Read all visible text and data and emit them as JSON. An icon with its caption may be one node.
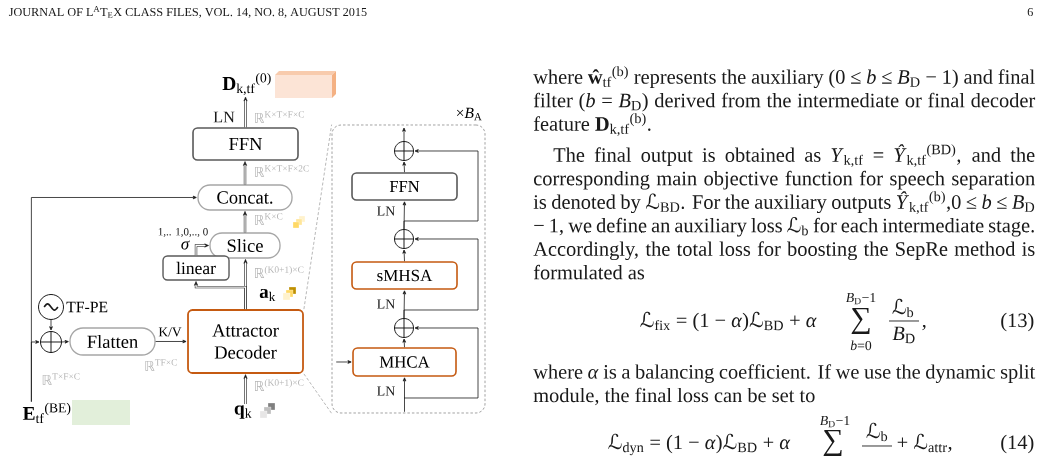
{
  "diagram": {
    "nodes": [
      {
        "text": [
          "**D**$_{k,tf}$$^{(0)}$"
        ]
      },
      {
        "text": [
          "FFN"
        ]
      },
      {
        "text": [
          "Concat."
        ]
      },
      {
        "text": [
          "Slice"
        ]
      },
      {
        "text": [
          "linear"
        ]
      },
      {
        "text": [],
        "shape": "circle",
        "beside": [
          "TF-PE"
        ]
      },
      {
        "text": [],
        "shape": "circle"
      },
      {
        "text": [
          "Flatten"
        ]
      },
      {
        "text": [
          "Attractor Decoder"
        ]
      },
      {
        "text": [
          "**E**$_{tf}$$^{(BE)}$"
        ]
      },
      {
        "text": [
          "**q**$_{k}$"
        ]
      },
      {
        "text": [
          "×*B*$_{A}$"
        ]
      },
      {
        "text": [],
        "shape": "circle",
        "in": 11
      },
      {
        "text": [
          "FFN"
        ],
        "in": 11
      },
      {
        "text": [],
        "shape": "circle",
        "in": 11
      },
      {
        "text": [
          "sMHSA"
        ],
        "in": 11
      },
      {
        "text": [],
        "shape": "circle",
        "in": 11
      },
      {
        "text": [
          "MHCA"
        ],
        "in": 11
      }
    ],
    "edges": [
      {
        "from": 1,
        "to": 0,
        "arrow": "to",
        "style": "thick"
      },
      {
        "from": 2,
        "to": 1,
        "arrow": "to",
        "style": "thick"
      },
      {
        "from": 3,
        "to": 2,
        "arrow": "to",
        "style": "thick"
      },
      {
        "from": 8,
        "to": 3,
        "arrow": "to",
        "style": "thick",
        "label": "**a**$_{k}$"
      },
      {
        "from": 8,
        "to": 4,
        "arrow": "to",
        "style": "thick"
      },
      {
        "from": 4,
        "to": 3,
        "arrow": "to",
        "style": "thick",
        "label": "σ"
      },
      {
        "from": 9,
        "to": 2,
        "arrow": "to"
      },
      {
        "from": 9,
        "to": 6,
        "arrow": "to"
      },
      {
        "from": 5,
        "to": 6,
        "arrow": "to"
      },
      {
        "from": 6,
        "to": 7,
        "arrow": "to"
      },
      {
        "from": 7,
        "to": 8,
        "arrow": "to",
        "label": "K/V"
      },
      {
        "from": 10,
        "to": 8,
        "arrow": "to",
        "style": "thick"
      },
      {
        "from": 8,
        "to": 11,
        "arrow": "none",
        "style": "dashed",
        "color": "#999999"
      },
      {
        "from": 8,
        "to": 11,
        "arrow": "none",
        "style": "dashed",
        "color": "#999999"
      },
      {
        "from": null,
        "to": 17,
        "arrow": "to"
      },
      {
        "from": null,
        "to": 16,
        "arrow": "to"
      },
      {
        "from": null,
        "to": 17,
        "arrow": "to"
      },
      {
        "from": 17,
        "to": 16,
        "arrow": "to"
      },
      {
        "from": 16,
        "to": 15,
        "arrow": "to"
      },
      {
        "from": 16,
        "to": 14,
        "arrow": "to"
      },
      {
        "from": 15,
        "to": 14,
        "arrow": "to"
      },
      {
        "from": 14,
        "to": 13,
        "arrow": "to"
      },
      {
        "from": 14,
        "to": 12,
        "arrow": "to"
      },
      {
        "from": 13,
        "to": 12,
        "arrow": "to"
      },
      {
        "from": 12,
        "to": null,
        "arrow": "to"
      }
    ],
    "labels": [
      "JOURNAL OF L$^{A}$T$_{E}$X CLASS FILES, VOL. 14, NO. 8, AUGUST 2015",
      "6",
      "LN",
      "ℝ$^{K×T×F×C}$",
      "ℝ$^{K×T×F×2C}$",
      "ℝ$^{K×C}$",
      "1,.. 1,0,.., 0",
      "ℝ$^{(K0+1)×C}$",
      "ℝ$^{TF×C}$",
      "ℝ$^{T×F×C}$",
      "ℝ$^{(K0+1)×C}$",
      "LN",
      "LN",
      "LN",
      "where **ŵ**$_{tf}$$^{(b)}$ represents the auxiliary (0 ≤ *b* ≤ *B*$_{D}$ − 1) and final filter (*b* = *B*$_{D}$) derived from the intermediate or final decoder feature **D**$_{k,tf}$$^{(b)}$.",
      "The final output is obtained as *Y*$_{k,tf}$ = *Ŷ*$_{k,tf}$$^{(BD)}$, and the corresponding main objective function for speech separation is denoted by ℒ$_{BD}$. For the auxiliary outputs *Ŷ*$_{k,tf}$$^{(b)}$,0 ≤ *b* ≤ *B*$_{D}$ − 1, we define an auxiliary loss ℒ$_{b}$ for each intermediate stage. Accordingly, the total loss for boosting the SepRe method is formulated as",
      "ℒ$_{fix}$ = (1 − *α*)ℒ$_{BD}$ + *α*",
      "*B*$_{D}$−1",
      "∑",
      "*b*=0",
      "ℒ$_{b}$",
      "*B*$_{D}$",
      ",",
      "(13)",
      "where *α* is a balancing coefficient. If we use the dynamic split module, the final loss can be set to",
      "ℒ$_{dyn}$ = (1 − *α*)ℒ$_{BD}$ + *α*",
      "*B*$_{D}$−1",
      "∑",
      "ℒ$_{b}$",
      "+ ℒ$_{attr}$,",
      "(14)"
    ]
  }
}
